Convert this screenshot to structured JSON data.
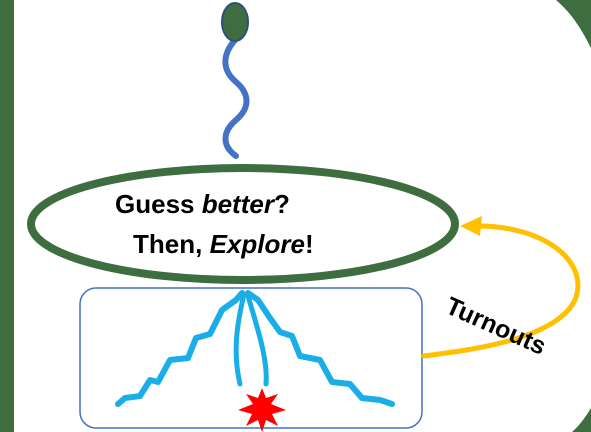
{
  "ellipse": {
    "line1": {
      "start": "Guess ",
      "emphasis": "better",
      "end": "?"
    },
    "line2": {
      "start": "Then, ",
      "emphasis": "Explore",
      "end": "!"
    }
  },
  "loop": {
    "label": "Turnouts"
  },
  "colors": {
    "frame_green": "#3e6e3f",
    "ellipse_stroke": "#3e6e3f",
    "head_fill": "#3e6e3f",
    "head_stroke": "#2f4f7f",
    "tail_stroke": "#4472c4",
    "box_stroke": "#4472c4",
    "curve_stroke": "#1aaee8",
    "loop_stroke": "#ffc000",
    "burst_fill": "#ff0000"
  },
  "icons": {
    "sperm": "sperm-icon",
    "burst": "burst-icon",
    "arrow": "arrowhead-icon"
  }
}
